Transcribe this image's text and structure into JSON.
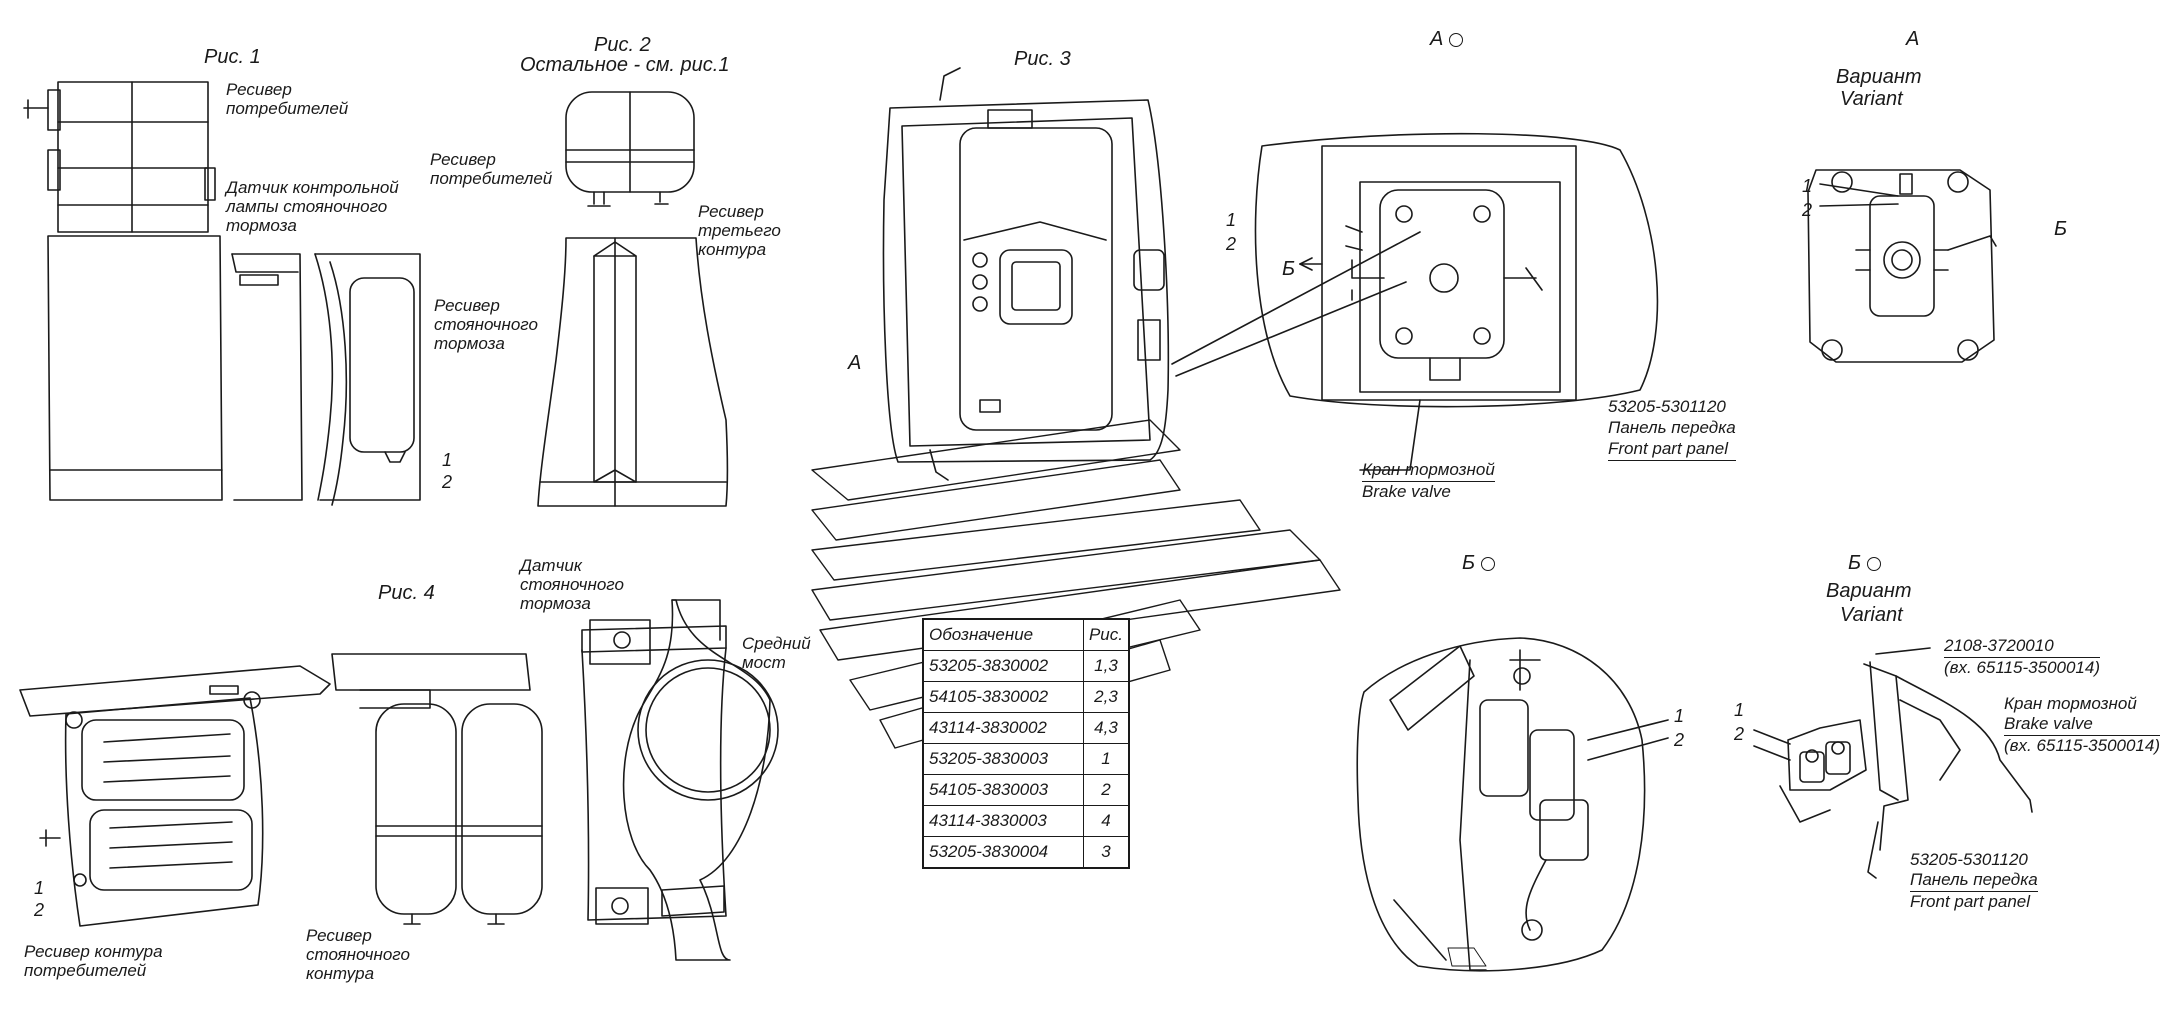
{
  "figures": {
    "fig1": "Рис. 1",
    "fig2_title": "Рис. 2",
    "fig2_note": "Остальное - см. рис.1",
    "fig3": "Рис. 3",
    "fig4": "Рис. 4"
  },
  "labels": {
    "consumer_receiver": "Ресивер потребителей",
    "parking_lamp_sensor": "Датчик контрольной лампы стояночного тормоза",
    "parking_brake_receiver": "Ресивер стояночного тормоза",
    "fig2_consumer_receiver": "Ресивер потребителей",
    "third_circuit_receiver": "Ресивер третьего контура",
    "parking_brake_sensor": "Датчик стояночного тормоза",
    "middle_axle": "Средний мост",
    "consumer_circuit_receiver": "Ресивер контура потребителей",
    "parking_circuit_receiver": "Ресивер стояночного контура"
  },
  "views": {
    "view_a": "А",
    "view_a_variant": "А",
    "variant_ru": "Вариант",
    "variant_en": "Variant",
    "view_b": "Б",
    "view_b_variant": "Б",
    "arrow_a": "А",
    "arrow_b": "Б",
    "arrow_b2": "Б"
  },
  "callouts": {
    "panel_part": "53205-5301120",
    "panel_ru": "Панель передка",
    "panel_en": "Front part panel",
    "valve_ru": "Кран тормозной",
    "valve_en": "Brake valve",
    "b_variant_part": "2108-3720010",
    "b_variant_part_note": "(вх. 65115-3500014)",
    "b_valve_ru": "Кран тормозной",
    "b_valve_en": "Brake valve",
    "b_valve_note": "(вх. 65115-3500014)",
    "b_panel_part": "53205-5301120",
    "b_panel_ru": "Панель передка",
    "b_panel_en": "Front part panel"
  },
  "numbers": {
    "one": "1",
    "two": "2"
  },
  "table": {
    "headers": [
      "Обозначение",
      "Рис."
    ],
    "rows": [
      [
        "53205-3830002",
        "1,3"
      ],
      [
        "54105-3830002",
        "2,3"
      ],
      [
        "43114-3830002",
        "4,3"
      ],
      [
        "53205-3830003",
        "1"
      ],
      [
        "54105-3830003",
        "2"
      ],
      [
        "43114-3830003",
        "4"
      ],
      [
        "53205-3830004",
        "3"
      ]
    ]
  }
}
